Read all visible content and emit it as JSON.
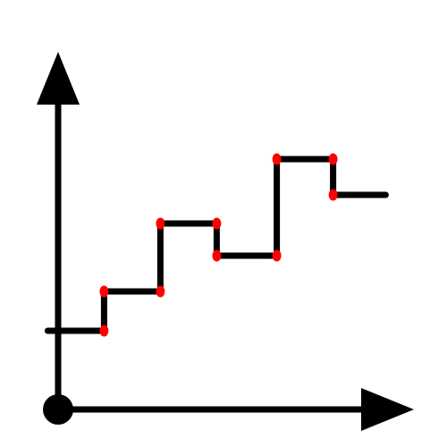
{
  "chart_data": {
    "type": "line",
    "title": "",
    "xlabel": "",
    "ylabel": "",
    "grid": false,
    "legend": "none",
    "step": "post",
    "axis_color": "#000000",
    "line_color": "#000000",
    "marker_color": "#ff0000",
    "xlim": [
      0,
      10
    ],
    "ylim": [
      0,
      10
    ],
    "series": [
      {
        "x": [
          0.2,
          1.7,
          3.2,
          4.7,
          6.3,
          7.8,
          9.2
        ],
        "y": [
          2.2,
          3.3,
          5.2,
          4.3,
          7.0,
          6.0,
          6.0
        ]
      }
    ]
  }
}
